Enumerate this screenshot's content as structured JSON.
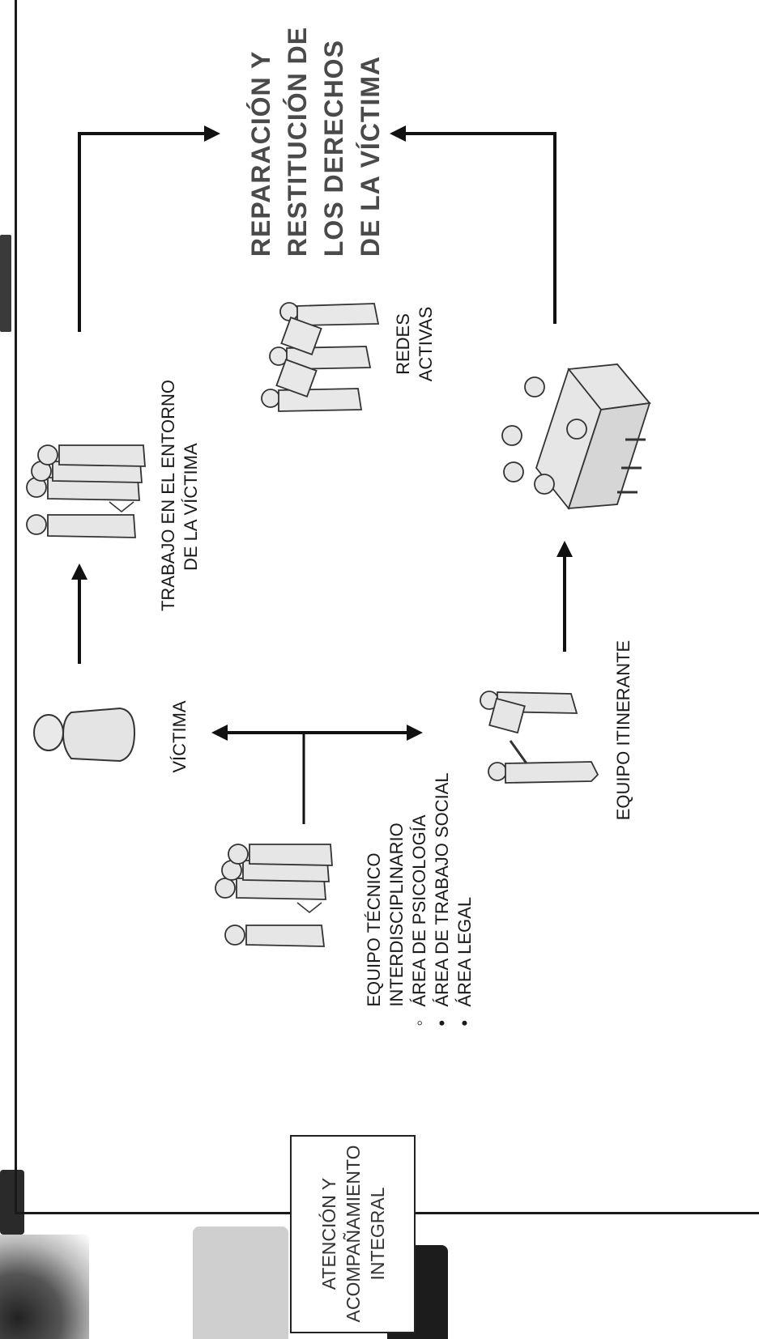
{
  "title": {
    "lines": [
      "REPARACIÓN Y",
      "RESTITUCIÓN DE",
      "LOS DERECHOS",
      "DE LA VÍCTIMA"
    ]
  },
  "box": {
    "lines": [
      "ATENCIÓN Y",
      "ACOMPAÑAMIENTO",
      "INTEGRAL"
    ]
  },
  "victim": {
    "label": "VÍCTIMA"
  },
  "entorno": {
    "lines": [
      "TRABAJO EN EL ENTORNO",
      "DE LA VÍCTIMA"
    ]
  },
  "redes": {
    "lines": [
      "REDES",
      "ACTIVAS"
    ]
  },
  "equipo_tecnico": {
    "lines": [
      "EQUIPO TÉCNICO",
      "INTERDISCIPLINARIO"
    ],
    "areas": [
      "ÁREA DE PSICOLOGÍA",
      "ÁREA DE  TRABAJO SOCIAL",
      "ÁREA LEGAL"
    ]
  },
  "itinerante": {
    "label": "EQUIPO ITINERANTE"
  },
  "icons": [
    "person-icon",
    "group-icon",
    "network-icon",
    "team-table-icon",
    "itinerant-team-icon"
  ]
}
